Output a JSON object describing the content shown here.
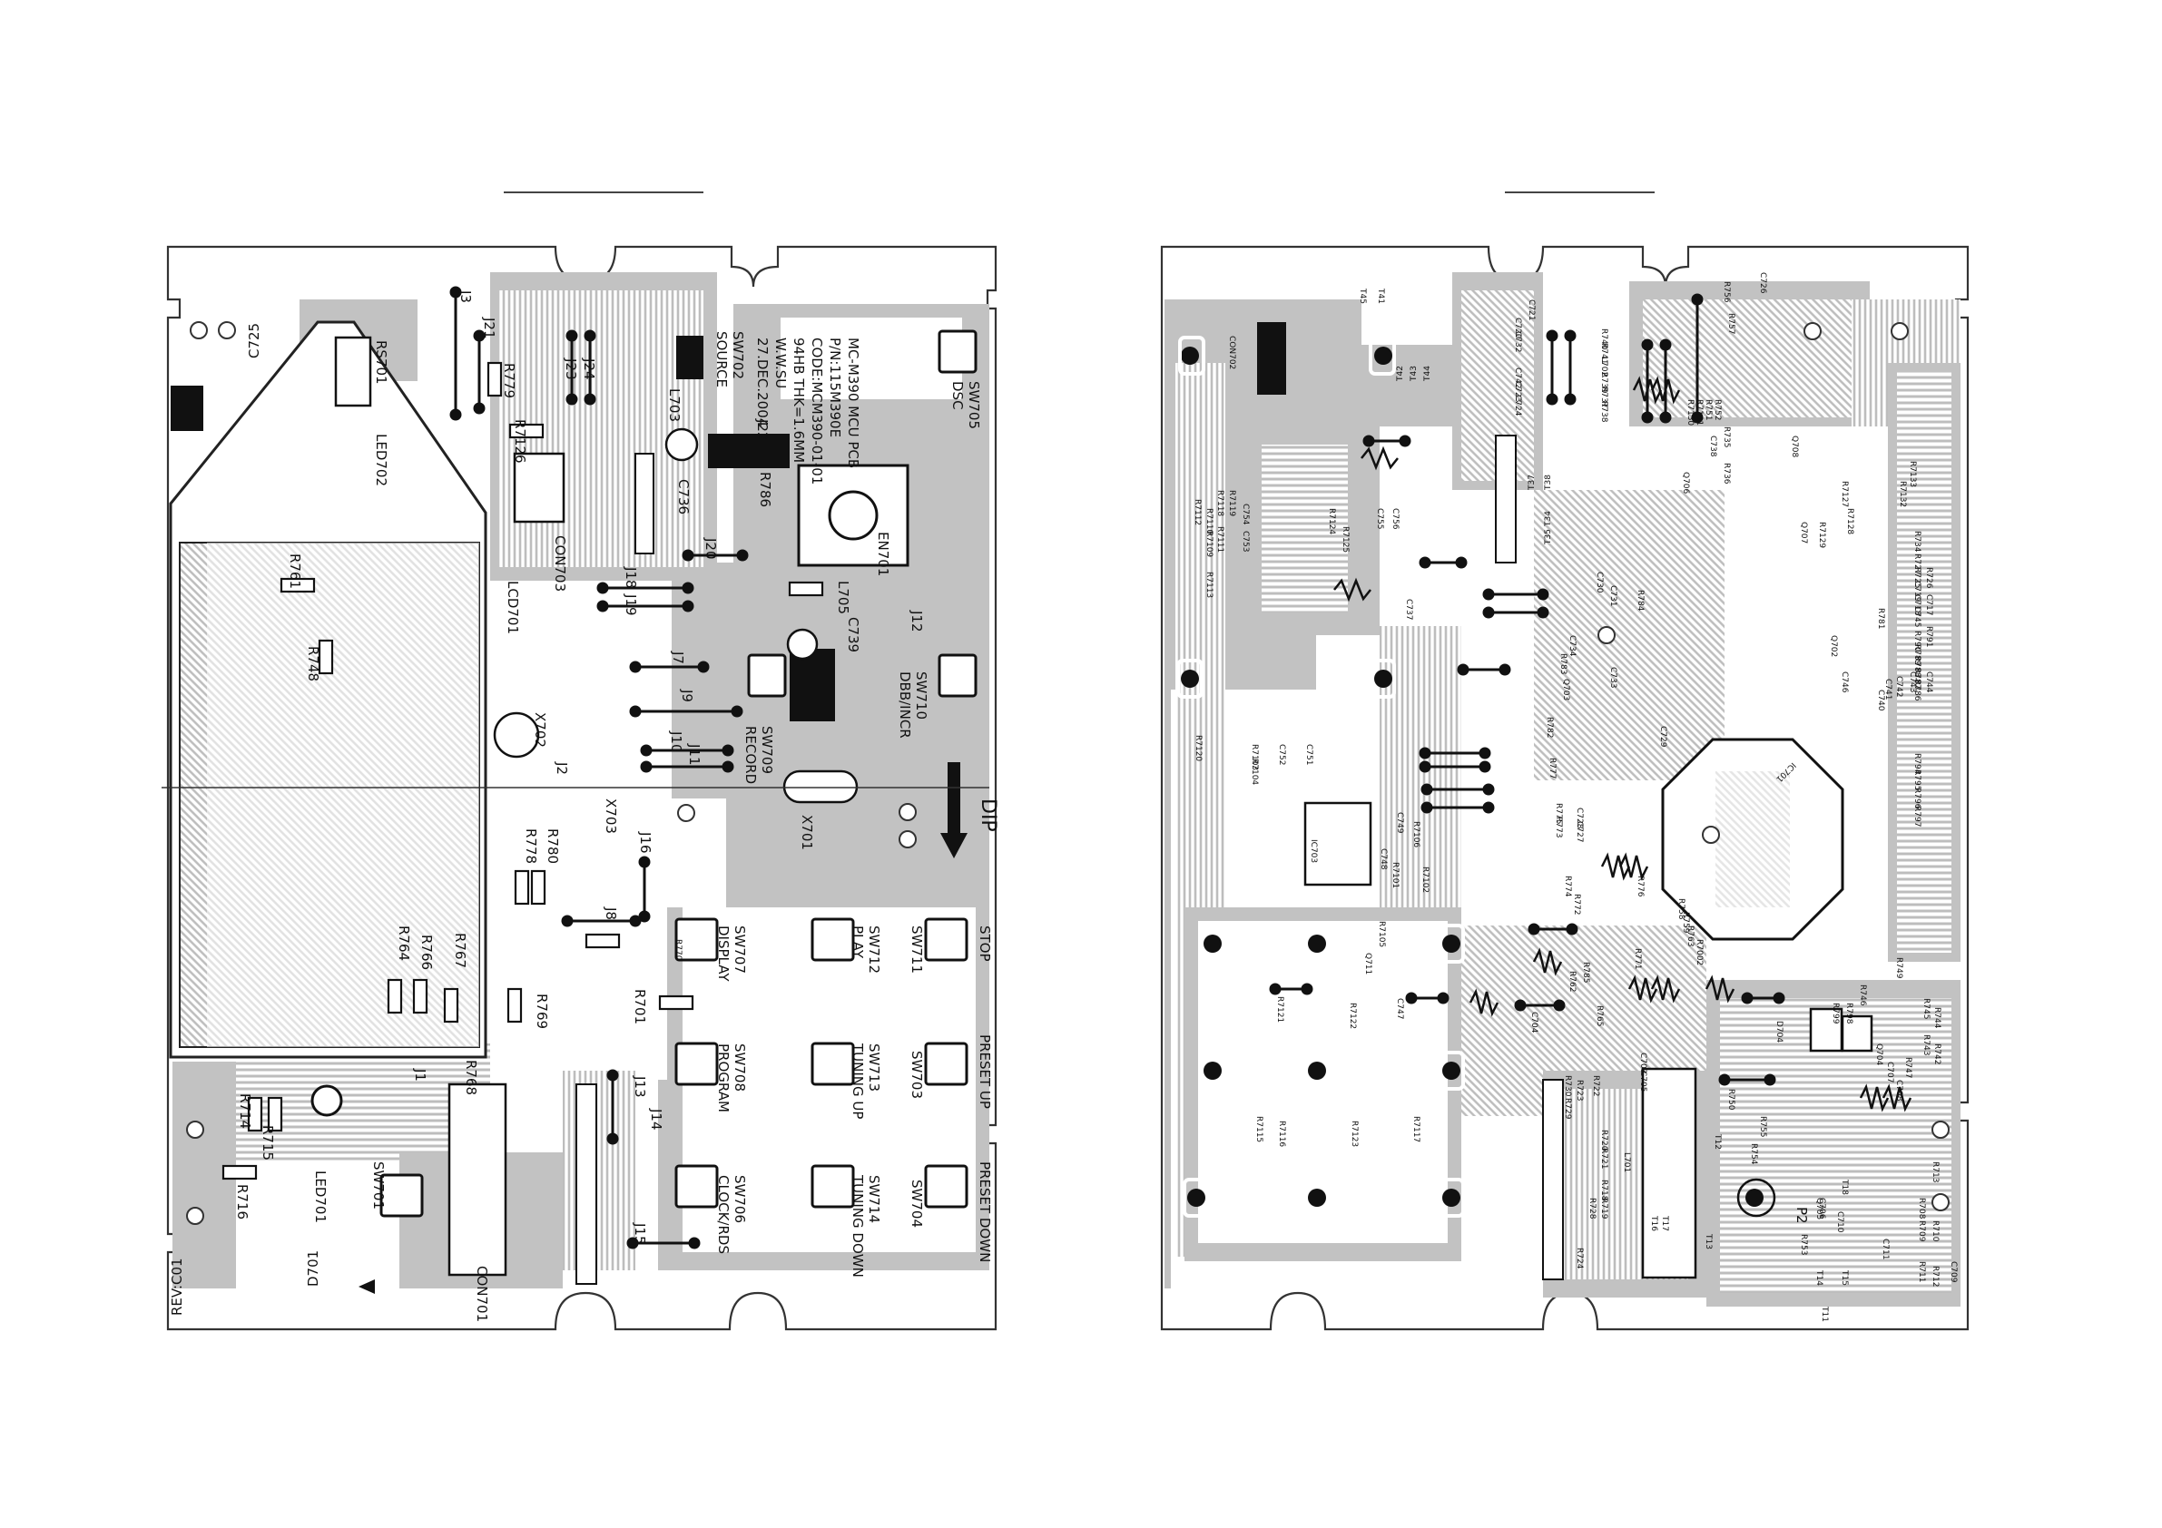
{
  "left_board": {
    "title_block": [
      "MC-M390 MCU PCB",
      "P/N:115M390E",
      "CODE:MCM390-01-01",
      "94HB THK=1.6MM",
      "W.W.SU",
      "27.DEC.2004"
    ],
    "rev": "REV:C01",
    "dip": "DIP",
    "buttons": {
      "sw702": "SW702",
      "sw702_name": "SOURCE",
      "sw705": "SW705",
      "sw705_name": "DSC",
      "sw710": "SW710",
      "sw710_name": "DBB/INCR",
      "sw709": "SW709",
      "sw709_name": "RECORD",
      "sw707": "SW707",
      "sw707_name": "DISPLAY",
      "sw712": "SW712",
      "sw712_name": "PLAY",
      "sw711": "SW711",
      "sw711_name": "STOP",
      "sw708": "SW708",
      "sw708_name": "PROGRAM",
      "sw713": "SW713",
      "sw713_name": "TUNING UP",
      "sw703": "SW703",
      "sw703_name": "PRESET UP",
      "sw706": "SW706",
      "sw706_name": "CLOCK/RDS",
      "sw714": "SW714",
      "sw714_name": "TUNING DOWN",
      "sw704": "SW704",
      "sw704_name": "PRESET DOWN",
      "sw701": "SW701"
    },
    "parts": {
      "c725": "C725",
      "rs701": "RS701",
      "led702": "LED702",
      "j3": "J3",
      "j21": "J21",
      "r779": "R779",
      "j23": "J23",
      "j24": "J24",
      "l703": "L703",
      "j22": "J22",
      "r7126": "R7126",
      "con703": "CON703",
      "c736": "C736",
      "r786": "R786",
      "en701": "EN701",
      "j20": "J20",
      "j18": "J18",
      "j19": "J19",
      "l705": "L705",
      "j12": "J12",
      "c739": "C739",
      "ldc701": "LCD701",
      "r761": "R761",
      "r748": "R748",
      "j7": "J7",
      "j9": "J9",
      "j10": "J10",
      "j11": "J11",
      "x702": "X702",
      "j2": "J2",
      "x703": "X703",
      "x701": "X701",
      "j16": "J16",
      "r778": "R778",
      "r780": "R780",
      "j8": "J8",
      "r770": "R770",
      "r764": "R764",
      "r766": "R766",
      "r767": "R767",
      "r769": "R769",
      "r701": "R701",
      "r768": "R768",
      "j1": "J1",
      "j13": "J13",
      "j14": "J14",
      "r714": "R714",
      "r715": "R715",
      "r716": "R716",
      "led701": "LED701",
      "j15": "J15",
      "con701": "CON701",
      "d701": "D701"
    }
  },
  "right_board": {
    "parts": {
      "con702": "CON702",
      "t45": "T45",
      "t41": "T41",
      "t42": "T42",
      "t43": "T43",
      "t44": "T44",
      "c721": "C721",
      "c720": "C720",
      "c732": "C732",
      "r740": "R740",
      "r741": "R741",
      "l702": "L702",
      "c742": "C742",
      "c723": "C723",
      "c724": "C724",
      "r739": "R739",
      "r737": "R737",
      "r738": "R738",
      "c726": "C726",
      "r756": "R756",
      "r757": "R757",
      "t37": "T37",
      "t38": "T38",
      "t34": "T34",
      "t35": "T35",
      "c755": "C755",
      "c756": "C756",
      "r7124": "R7124",
      "r7125": "R7125",
      "r7118": "R7118",
      "r7119": "R7119",
      "r7110": "R7110",
      "r7111": "R7111",
      "r7112": "R7112",
      "r7109": "R7109",
      "c753": "C753",
      "c754": "C754",
      "r7113": "R7113",
      "c737": "C737",
      "r7120": "R7120",
      "r7103": "R7103",
      "r7104": "R7104",
      "c751": "C751",
      "c752": "C752",
      "ic703": "IC703",
      "c749": "C749",
      "r7106": "R7106",
      "c748": "C748",
      "r7101": "R7101",
      "r7102": "R7102",
      "r7105": "R7105",
      "q711": "Q711",
      "r7121": "R7121",
      "r7122": "R7122",
      "c747": "C747",
      "r7115": "R7115",
      "r7116": "R7116",
      "r7123": "R7123",
      "r7117": "R7117",
      "q706": "Q706",
      "q708": "Q708",
      "q707": "Q707",
      "q702": "Q702",
      "q703": "Q703",
      "ic701": "IC701",
      "r7130": "R7130",
      "r7131": "R7131",
      "r7132": "R7132",
      "r7133": "R7133",
      "r751": "R751",
      "r752": "R752",
      "r735": "R735",
      "r736": "R736",
      "c738": "C738",
      "r7127": "R7127",
      "r7128": "R7128",
      "r7129": "R7129",
      "r734": "R734",
      "r727": "R727",
      "r725": "R725",
      "r726": "R726",
      "c719": "C719",
      "c718": "C718",
      "c717": "C717",
      "c745": "C745",
      "r781": "R781",
      "r791": "R791",
      "r790": "R790",
      "r789": "R789",
      "r788": "R788",
      "r787": "R787",
      "r786": "R786",
      "c746": "C746",
      "c744": "C744",
      "c743": "C743",
      "c742b": "C742",
      "c741": "C741",
      "c740": "C740",
      "r794": "R794",
      "r795": "R795",
      "r796": "R796",
      "r797": "R797",
      "c733": "C733",
      "c734": "C734",
      "c730": "C730",
      "c731": "C731",
      "c729": "C729",
      "r777": "R777",
      "r782": "R782",
      "r783": "R783",
      "r784": "R784",
      "r775": "R775",
      "r773": "R773",
      "c727": "C727",
      "c728": "C728",
      "r774": "R774",
      "r772": "R772",
      "r776": "R776",
      "r758": "R758",
      "r759": "R759",
      "r771": "R771",
      "r763": "R763",
      "r762": "R762",
      "r765": "R765",
      "r785": "R785",
      "r7002": "R7002",
      "d704": "D704",
      "r799": "R799",
      "r798": "R798",
      "c704": "C704",
      "c703": "C703",
      "c705": "C705",
      "r755": "R755",
      "r754": "R754",
      "r750": "R750",
      "r753": "R753",
      "c706": "C706",
      "c707": "C707",
      "c708": "C708",
      "c709": "C709",
      "c710": "C710",
      "c711": "C711",
      "r722": "R722",
      "r720": "R720",
      "r721": "R721",
      "r718": "R718",
      "r719": "R719",
      "r723": "R723",
      "r724": "R724",
      "r730": "R730",
      "r729": "R729",
      "r728": "R728",
      "l701": "L701",
      "r745": "R745",
      "r744": "R744",
      "r743": "R743",
      "r742": "R742",
      "r749": "R749",
      "r746": "R746",
      "r747": "R747",
      "r711": "R711",
      "r712": "R712",
      "r713": "R713",
      "r708": "R708",
      "r709": "R709",
      "r710": "R710",
      "q705": "Q705",
      "q704": "Q704",
      "p2": "P2",
      "t14": "T14",
      "t15": "T15",
      "t18": "T18",
      "t11": "T11",
      "t12": "T12",
      "t13": "T13",
      "t16": "T16",
      "t17": "T17"
    }
  }
}
